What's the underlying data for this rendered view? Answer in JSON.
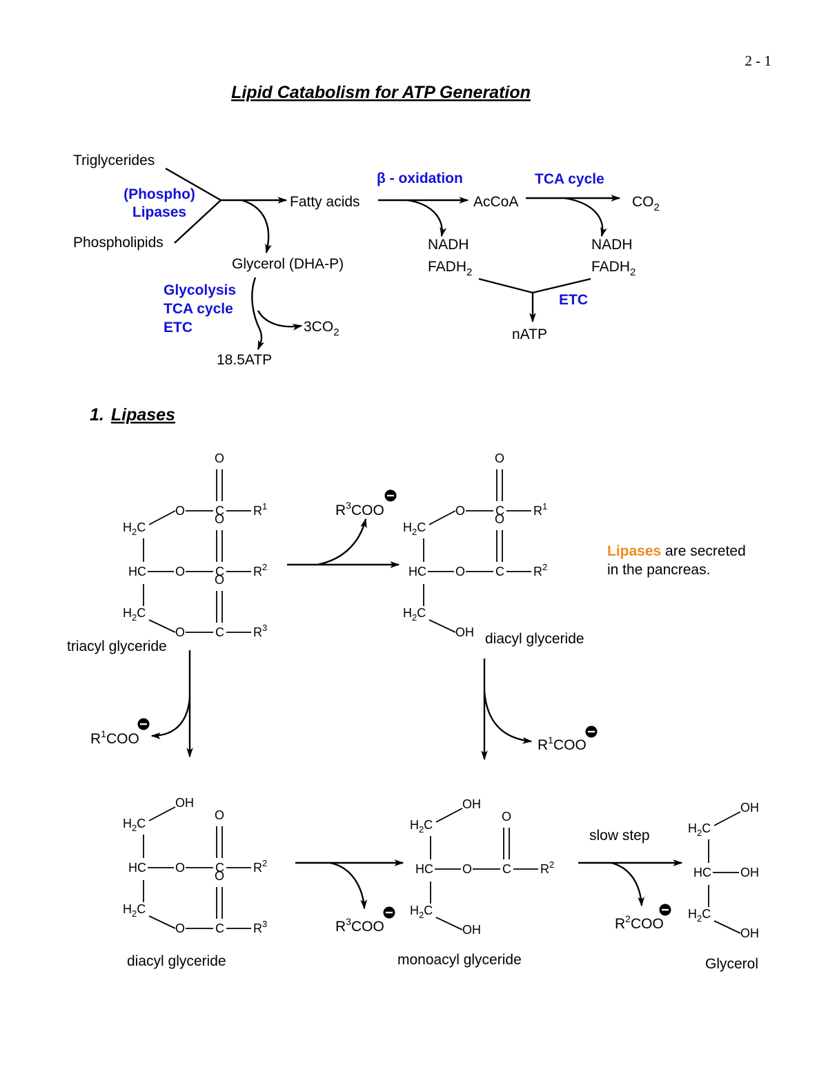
{
  "page_number": "2 - 1",
  "title": "Lipid Catabolism for ATP Generation",
  "overview": {
    "triglycerides": "Triglycerides",
    "phospholipids": "Phospholipids",
    "lipases_line1": "(Phospho)",
    "lipases_line2": "Lipases",
    "fatty_acids": "Fatty acids",
    "glycerol": "Glycerol (DHA-P)",
    "glycolysis": "Glycolysis",
    "tca_cycle_left": "TCA cycle",
    "etc_left": "ETC",
    "co2_3": "3CO",
    "co2_3_sub": "2",
    "atp_185": "18.5ATP",
    "beta_symbol": "β",
    "beta_text": " - oxidation",
    "accoa": "AcCoA",
    "tca_cycle_right": "TCA cycle",
    "co2": "CO",
    "co2_sub": "2",
    "nadh_1": "NADH",
    "fadh_1": "FADH",
    "fadh_1_sub": "2",
    "nadh_2": "NADH",
    "fadh_2": "FADH",
    "fadh_2_sub": "2",
    "etc_right": "ETC",
    "natp": "nATP"
  },
  "section1": {
    "number": "1.",
    "heading": "Lipases"
  },
  "atoms": {
    "O": "O",
    "C": "C",
    "HC": "HC",
    "H2C_H": "H",
    "H2C_2": "2",
    "H2C_C": "C",
    "OH": "OH",
    "R": "R",
    "s1": "1",
    "s2": "2",
    "s3": "3",
    "COO": "COO",
    "minus": "−"
  },
  "labels": {
    "triacyl": "triacyl glyceride",
    "diacyl_top": "diacyl glyceride",
    "diacyl_bottom": "diacyl glyceride",
    "monoacyl": "monoacyl glyceride",
    "glycerol": "Glycerol",
    "slow_step": "slow step",
    "note_lipases": "Lipases",
    "note_rest1": " are secreted",
    "note_rest2": "in the pancreas."
  },
  "colors": {
    "blue": "#1212d8",
    "orange": "#f08a1c"
  }
}
